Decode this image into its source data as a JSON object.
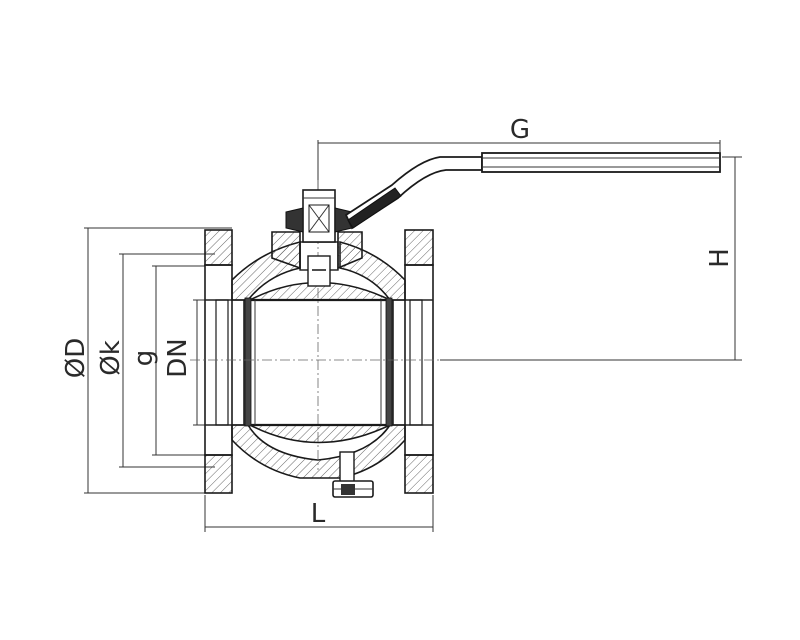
{
  "diagram": {
    "labels": {
      "G": "G",
      "H": "H",
      "L": "L",
      "D": "ØD",
      "k": "Øk",
      "g": "g",
      "DN": "DN"
    },
    "colors": {
      "line": "#1a1a1a",
      "hatch": "#555555",
      "handle_fill": "#ffffff",
      "background": "#ffffff"
    }
  }
}
